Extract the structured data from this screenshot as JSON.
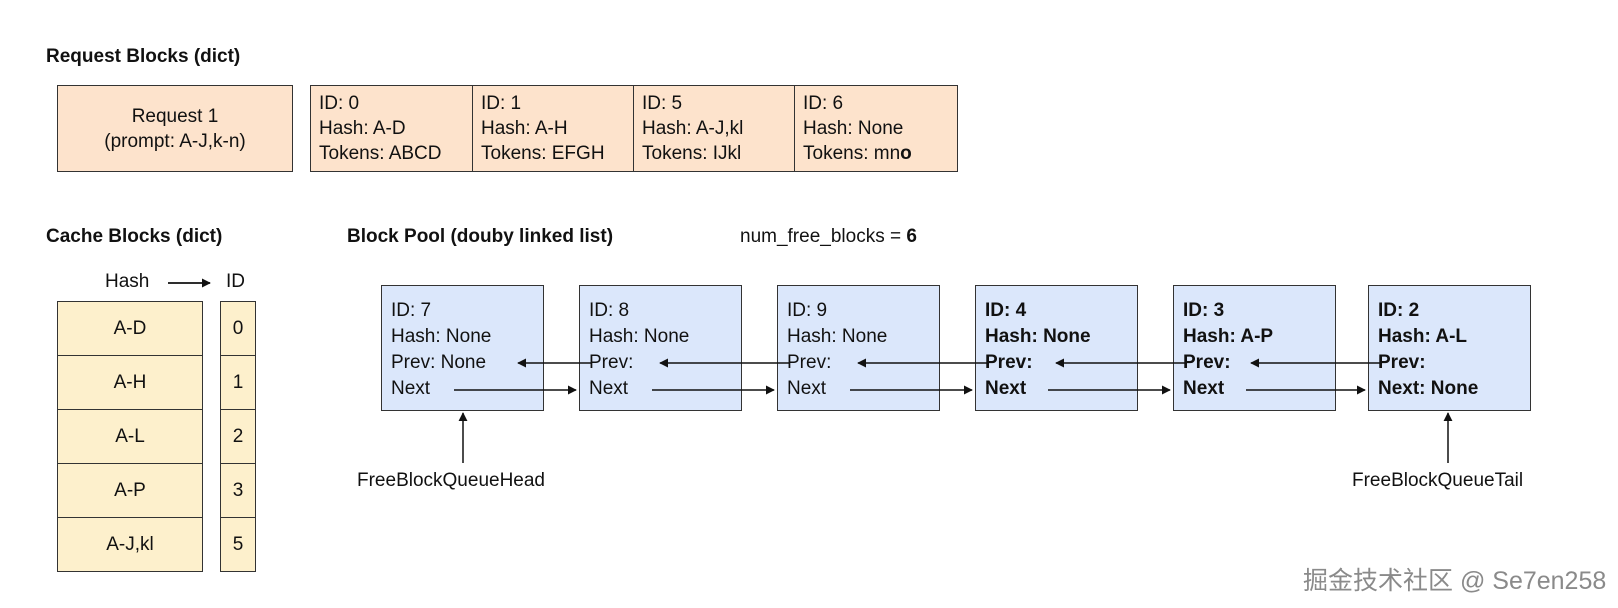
{
  "request_section": {
    "title": "Request Blocks (dict)",
    "request_label": "Request 1",
    "request_prompt": "(prompt: A-J,k-n)",
    "blocks": [
      {
        "id": "ID: 0",
        "hash": "Hash: A-D",
        "tokens": "Tokens: ABCD"
      },
      {
        "id": "ID: 1",
        "hash": "Hash: A-H",
        "tokens": "Tokens: EFGH"
      },
      {
        "id": "ID: 5",
        "hash": "Hash: A-J,kl",
        "tokens": "Tokens: IJkl"
      },
      {
        "id": "ID: 6",
        "hash": "Hash: None",
        "tokens_prefix": "Tokens: mn",
        "tokens_bold": "o"
      }
    ]
  },
  "cache_section": {
    "title": "Cache Blocks (dict)",
    "hash_header": "Hash",
    "arrow_glyph": "→",
    "id_header": "ID",
    "rows": [
      {
        "hash": "A-D",
        "id": "0"
      },
      {
        "hash": "A-H",
        "id": "1"
      },
      {
        "hash": "A-L",
        "id": "2"
      },
      {
        "hash": "A-P",
        "id": "3"
      },
      {
        "hash": "A-J,kl",
        "id": "5"
      }
    ]
  },
  "pool_section": {
    "title": "Block Pool (douby linked list)",
    "free_label": "num_free_blocks = ",
    "free_value": "6",
    "blocks": [
      {
        "id": "ID: 7",
        "hash": "Hash: None",
        "prev": "Prev: None",
        "next": "Next",
        "bold": false
      },
      {
        "id": "ID: 8",
        "hash": "Hash: None",
        "prev": "Prev:",
        "next": "Next",
        "bold": false
      },
      {
        "id": "ID: 9",
        "hash": "Hash: None",
        "prev": "Prev:",
        "next": "Next",
        "bold": false
      },
      {
        "id": "ID: 4",
        "hash": "Hash: None",
        "prev": "Prev:",
        "next": "Next",
        "bold": true
      },
      {
        "id": "ID: 3",
        "hash": "Hash: A-P",
        "prev": "Prev:",
        "next": "Next",
        "bold": true
      },
      {
        "id": "ID: 2",
        "hash": "Hash: A-L",
        "prev": "Prev:",
        "next": "Next: None",
        "bold": true
      }
    ],
    "head_label": "FreeBlockQueueHead",
    "tail_label": "FreeBlockQueueTail"
  },
  "watermark": "掘金技术社区 @ Se7en258",
  "colors": {
    "request_fill": "#fde3cc",
    "cache_fill": "#fdf0cc",
    "pool_fill": "#dbe7fb",
    "border": "#333333",
    "arrow": "#111111",
    "watermark": "#8a8a8a"
  }
}
